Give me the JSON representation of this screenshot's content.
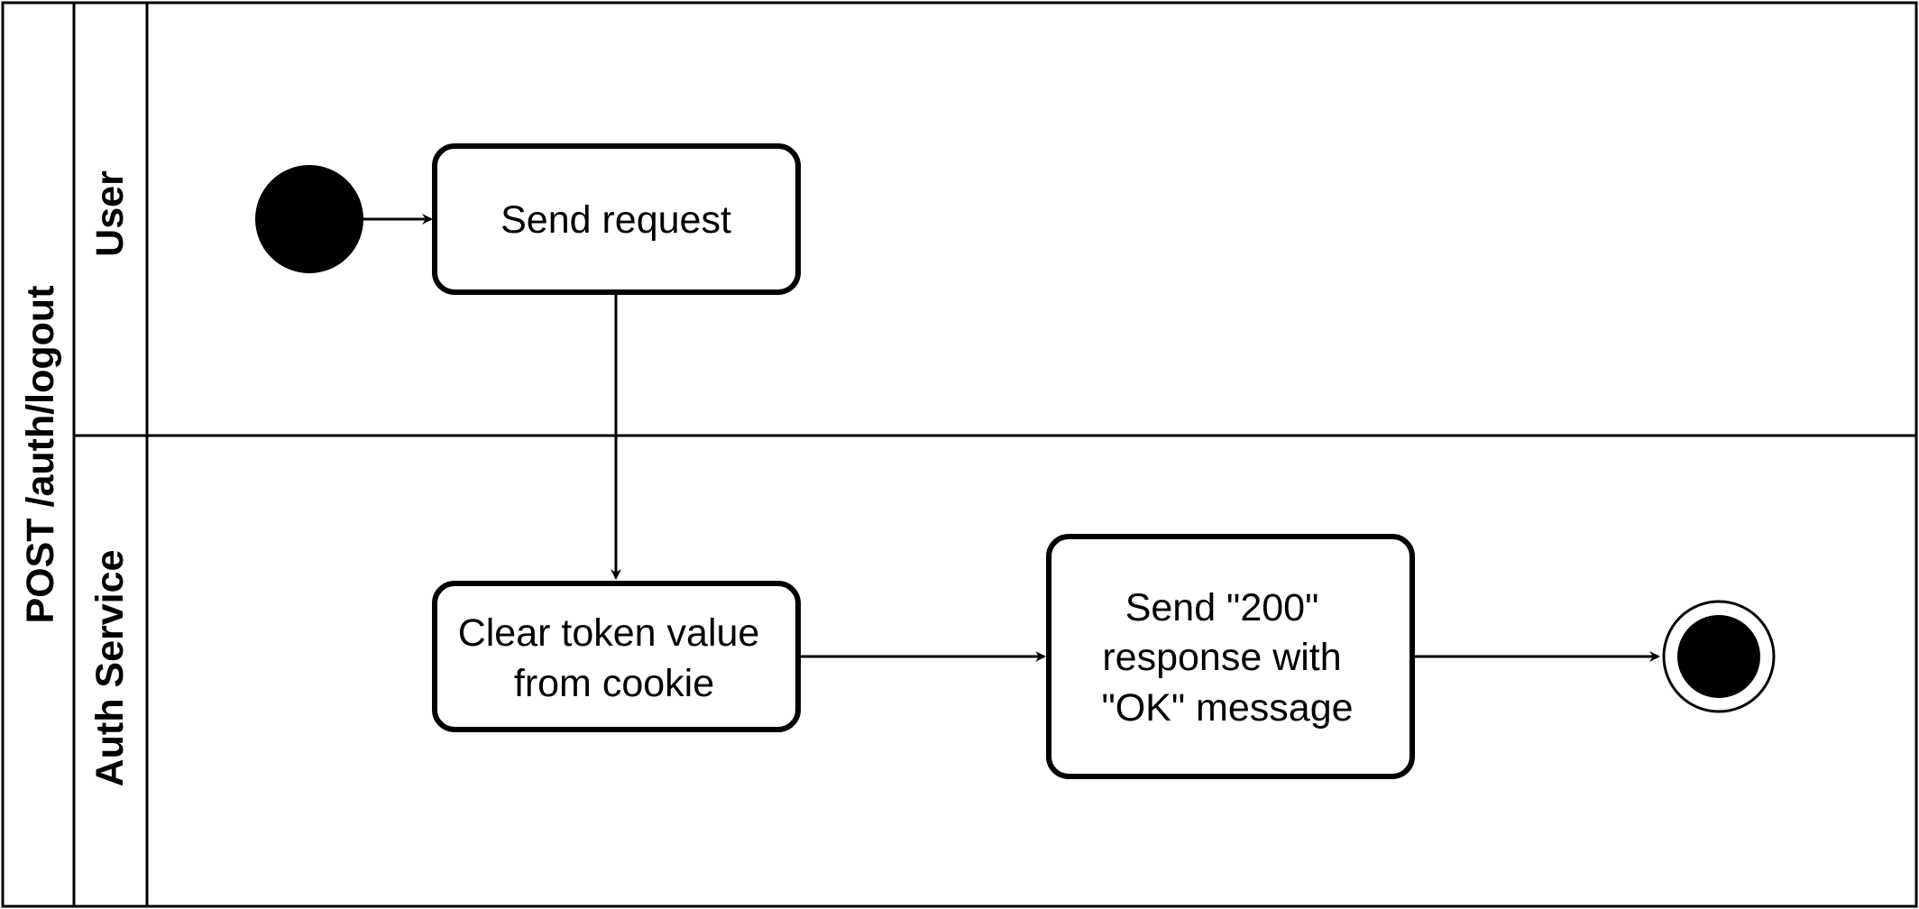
{
  "pool": {
    "title": "POST /auth/logout"
  },
  "lanes": [
    {
      "label": "User"
    },
    {
      "label": "Auth Service"
    }
  ],
  "nodes": {
    "send_request": {
      "lines": [
        "Send request"
      ]
    },
    "clear_token": {
      "lines": [
        "Clear token value",
        "from cookie"
      ]
    },
    "send_response": {
      "lines": [
        "Send \"200\"",
        "response with",
        "\"OK\" message"
      ]
    }
  },
  "colors": {
    "stroke": "#000000",
    "fill": "#ffffff",
    "node_fill": "#000000"
  }
}
